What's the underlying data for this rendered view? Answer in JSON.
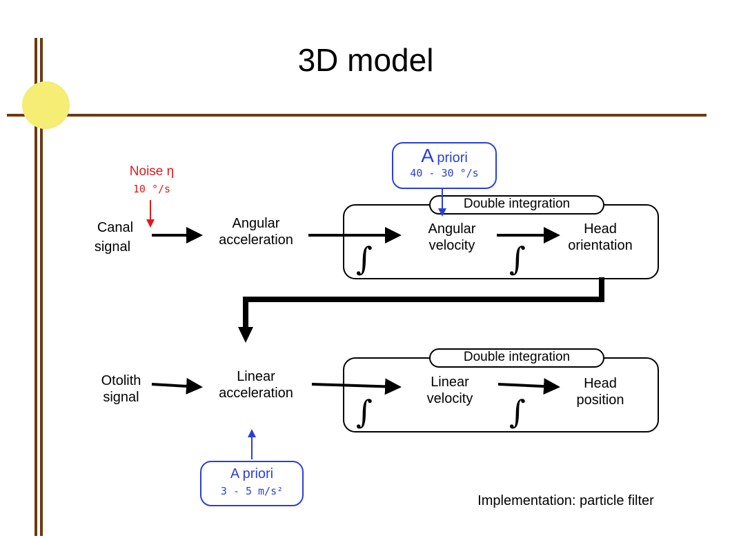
{
  "title": "3D model",
  "colors": {
    "frame": "#6b3a12",
    "sun": "#f5ed74",
    "apriori": "#2a3fd6",
    "noise": "#e01a1a"
  },
  "noise": {
    "label": "Noise η",
    "value": "10 °/s"
  },
  "apriori_top": {
    "label_big": "A",
    "label_small": "priori",
    "value": "40 - 30 °/s"
  },
  "apriori_bottom": {
    "label": "A priori",
    "value": "3 - 5 m/s²"
  },
  "top_row": {
    "input_line1": "Canal",
    "input_line2": "signal",
    "accel_line1": "Angular",
    "accel_line2": "acceleration",
    "group_label": "Double integration",
    "velocity_line1": "Angular",
    "velocity_line2": "velocity",
    "output_line1": "Head",
    "output_line2": "orientation"
  },
  "bottom_row": {
    "input_line1": "Otolith",
    "input_line2": "signal",
    "accel_line1": "Linear",
    "accel_line2": "acceleration",
    "group_label": "Double integration",
    "velocity_line1": "Linear",
    "velocity_line2": "velocity",
    "output_line1": "Head",
    "output_line2": "position"
  },
  "integral_symbol": "∫",
  "footer": "Implementation: particle filter"
}
